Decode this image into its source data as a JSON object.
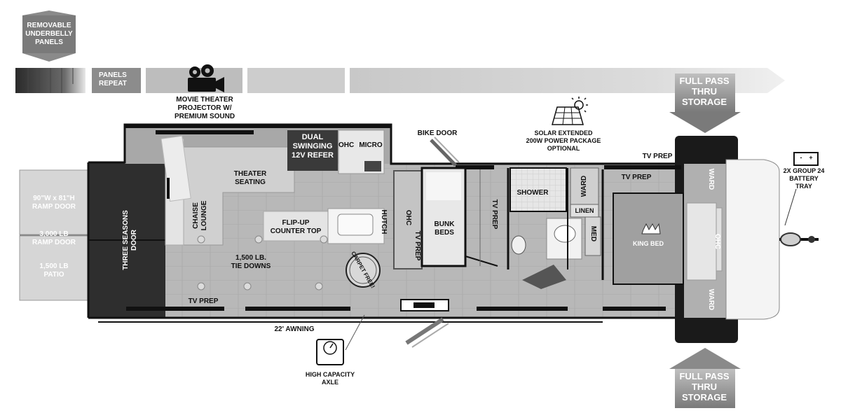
{
  "underbelly": {
    "label": "REMOVABLE\nUNDERBELLY\nPANELS",
    "panels_repeat": "PANELS\nREPEAT"
  },
  "storage": {
    "top": "FULL PASS\nTHRU\nSTORAGE",
    "bottom": "FULL PASS\nTHRU\nSTORAGE"
  },
  "features": {
    "projector": "MOVIE THEATER\nPROJECTOR W/\nPREMIUM SOUND",
    "solar": "SOLAR EXTENDED\n200W POWER PACKAGE\nOPTIONAL",
    "battery": "2X GROUP 24\nBATTERY\nTRAY",
    "axle": "HIGH CAPACITY\nAXLE",
    "awning": "22' AWNING",
    "bike_door": "BIKE DOOR",
    "carpet_free": "CARPET FREE!"
  },
  "rooms": {
    "ramp_door_size": "90\"W x 81\"H\nRAMP DOOR",
    "ramp_door_weight": "3,000 LB\nRAMP DOOR",
    "patio": "1,500 LB\nPATIO",
    "three_seasons_door": "THREE SEASONS\nDOOR",
    "chaise_lounge": "CHAISE\nLOUNGE",
    "theater_seating": "THEATER\nSEATING",
    "refer": "DUAL\nSWINGING\n12V REFER",
    "ohc_kitchen": "OHC",
    "micro": "MICRO",
    "flip_up_counter": "FLIP-UP\nCOUNTER TOP",
    "tie_downs": "1,500 LB.\nTIE DOWNS",
    "hutch": "HUTCH",
    "ohc_bunk": "OHC",
    "tv_prep_bunk": "TV PREP",
    "bunk_beds": "BUNK\nBEDS",
    "tv_prep_bath": "TV PREP",
    "shower": "SHOWER",
    "ward_bath": "WARD",
    "linen": "LINEN",
    "med": "MED",
    "tv_prep_top": "TV PREP",
    "tv_prep_bed": "TV PREP",
    "king_bed": "KING BED",
    "ward_top": "WARD",
    "ward_bottom": "WARD",
    "ohc_bedroom": "OHC",
    "tv_prep_bottom": "TV PREP"
  },
  "battery_icon": {
    "minus": "-",
    "plus": "+"
  }
}
